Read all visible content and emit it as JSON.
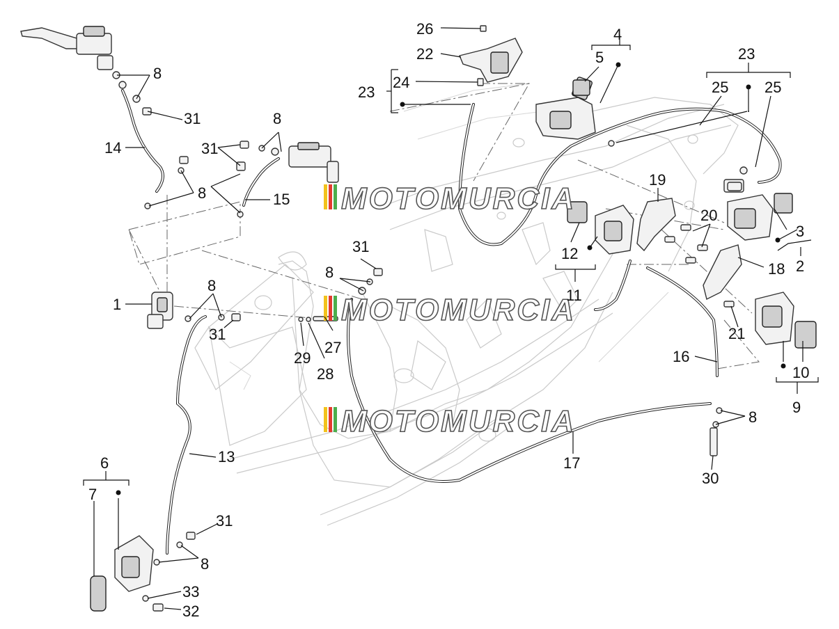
{
  "watermark": "MOTOMURCIA",
  "watermark_colors": [
    "#f2c21c",
    "#e33b2e",
    "#4cae4c"
  ],
  "callouts": [
    "1",
    "2",
    "3",
    "4",
    "5",
    "6",
    "7",
    "8",
    "9",
    "10",
    "11",
    "12",
    "13",
    "14",
    "15",
    "16",
    "17",
    "18",
    "19",
    "20",
    "21",
    "22",
    "23",
    "24",
    "25",
    "26",
    "27",
    "28",
    "29",
    "30",
    "31",
    "32",
    "33"
  ]
}
